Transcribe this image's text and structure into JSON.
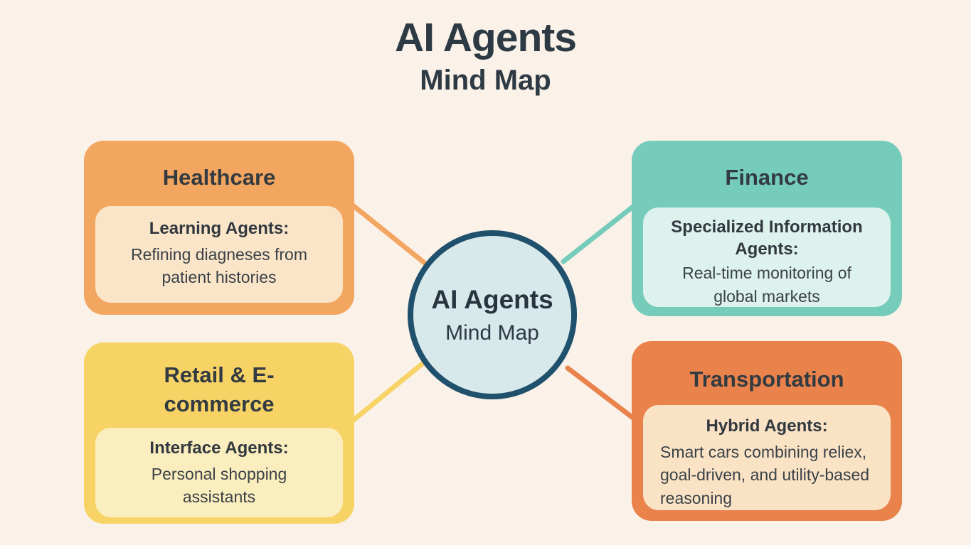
{
  "page": {
    "title": "AI Agents",
    "subtitle": "Mind Map",
    "background_color": "#FAF1E8",
    "title_color": "#2D3A44"
  },
  "center": {
    "title": "AI Agents",
    "subtitle": "Mind Map",
    "fill": "#D8E9EB",
    "border_color": "#1F506C"
  },
  "branches": [
    {
      "id": "healthcare",
      "title": "Healthcare",
      "agent_type": "Learning Agents:",
      "description": "Refining diagneses from patient histories",
      "color": "#F3A65F",
      "inner_color": "#FAE5C9"
    },
    {
      "id": "finance",
      "title": "Finance",
      "agent_type": "Specialized Information Agents:",
      "description": "Real-time monitoring of global markets",
      "color": "#75CCBB",
      "inner_color": "#DDF2EC"
    },
    {
      "id": "retail-ecommerce",
      "title": "Retail & E-commerce",
      "agent_type": "Interface Agents:",
      "description": "Personal shopping assistants",
      "color": "#F7D366",
      "inner_color": "#FBEEBE"
    },
    {
      "id": "transportation",
      "title": "Transportation",
      "agent_type": "Hybrid Agents:",
      "description": "Smart cars combining reliex, goal-driven, and utility-based reasoning",
      "color": "#E9824B",
      "inner_color": "#FAE3C5"
    }
  ]
}
